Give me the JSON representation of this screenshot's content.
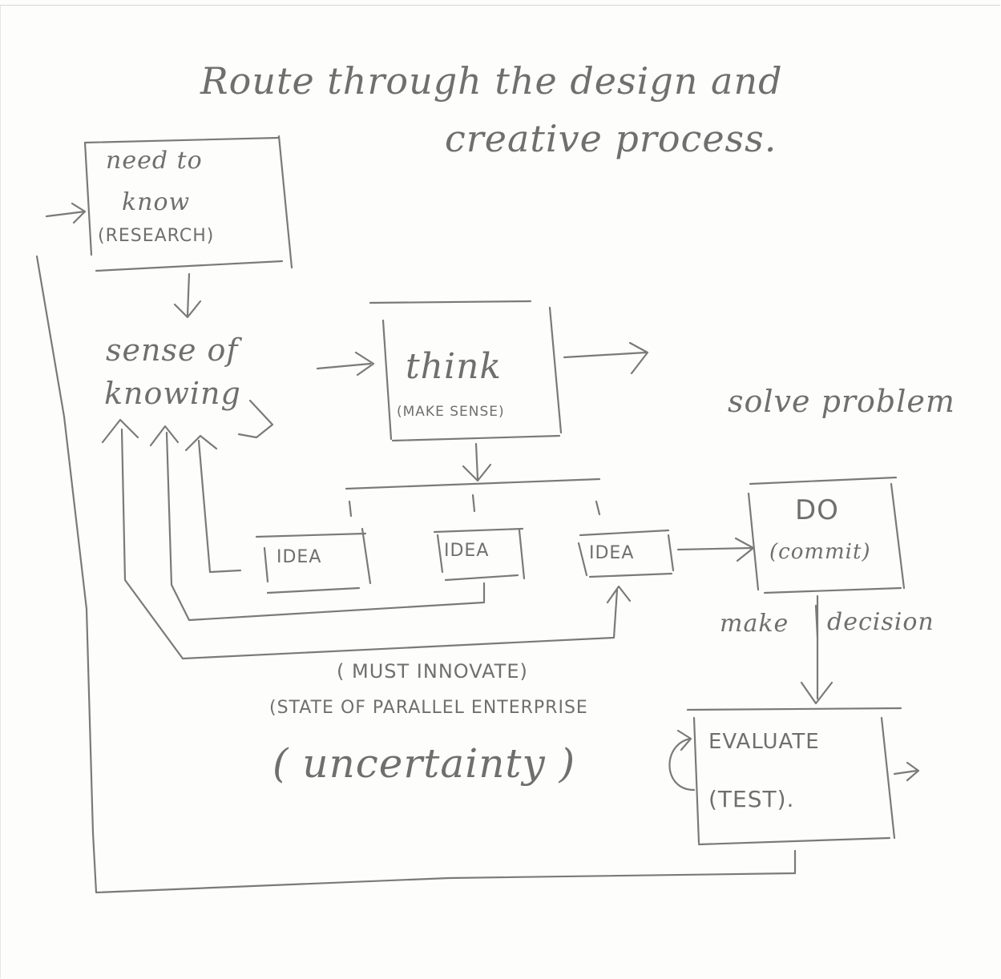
{
  "title": {
    "line1": "Route through the design and",
    "line2": "creative process."
  },
  "nodes": {
    "need_to_know": {
      "line1": "need to",
      "line2": "know",
      "line3": "(RESEARCH)"
    },
    "sense_of_knowing": {
      "line1": "sense of",
      "line2": "knowing"
    },
    "think": {
      "line1": "think",
      "line2": "(MAKE SENSE)"
    },
    "solve_problem": "solve problem",
    "ideas": [
      "IDEA",
      "IDEA",
      "IDEA"
    ],
    "do": {
      "line1": "DO",
      "line2": "(commit)"
    },
    "make_decision": {
      "left": "make",
      "right": "decision"
    },
    "evaluate": {
      "line1": "EVALUATE",
      "line2": "(TEST)."
    }
  },
  "notes": {
    "must_innovate": "( MUST INNOVATE)",
    "state_parallel": "(STATE OF PARALLEL ENTERPRISE",
    "uncertainty": "( uncertainty )"
  },
  "colors": {
    "ink": "#7a7a7a",
    "paper": "#fdfdfc"
  }
}
